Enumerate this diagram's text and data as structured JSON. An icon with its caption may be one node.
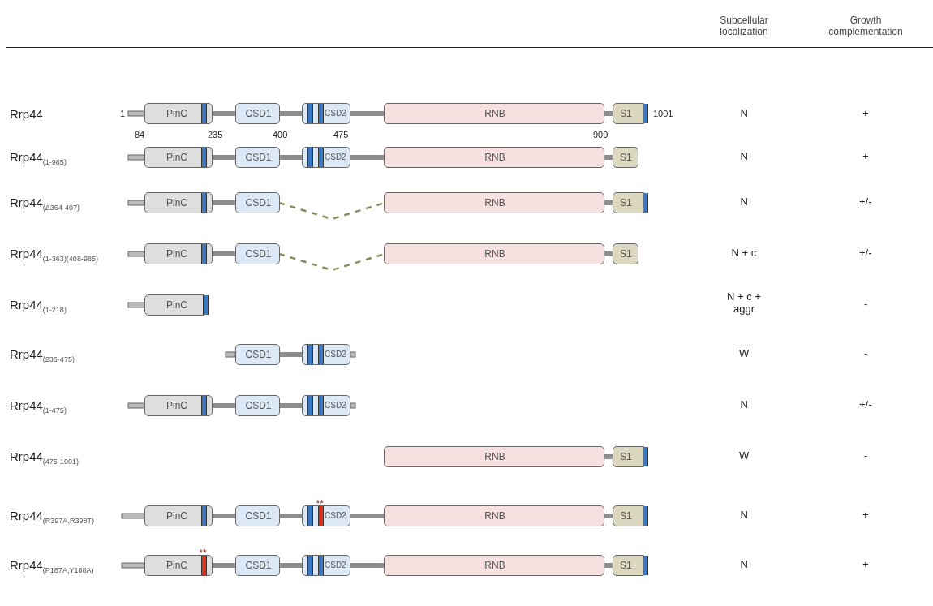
{
  "diagram": {
    "nodes": [
      {
        "text": [
          "PinC"
        ]
      },
      {
        "text": [
          "CSD1"
        ]
      },
      {
        "text": [
          "CSD2"
        ]
      },
      {
        "text": [
          "RNB"
        ]
      },
      {
        "text": [
          "S1"
        ]
      },
      {
        "text": [
          "PinC"
        ]
      },
      {
        "text": [
          "CSD1"
        ]
      },
      {
        "text": [
          "CSD2"
        ]
      },
      {
        "text": [
          "RNB"
        ]
      },
      {
        "text": [
          "S1"
        ]
      },
      {
        "text": [
          "PinC"
        ]
      },
      {
        "text": [
          "CSD1"
        ]
      },
      {
        "text": [
          "RNB"
        ]
      },
      {
        "text": [
          "S1"
        ]
      },
      {
        "text": [
          "PinC"
        ]
      },
      {
        "text": [
          "CSD1"
        ]
      },
      {
        "text": [
          "RNB"
        ]
      },
      {
        "text": [
          "S1"
        ]
      },
      {
        "text": [
          "PinC"
        ]
      },
      {
        "text": [
          "CSD1"
        ]
      },
      {
        "text": [
          "CSD2"
        ]
      },
      {
        "text": [
          "PinC"
        ]
      },
      {
        "text": [
          "CSD1"
        ]
      },
      {
        "text": [
          "CSD2"
        ]
      },
      {
        "text": [
          "RNB"
        ]
      },
      {
        "text": [
          "S1"
        ]
      },
      {
        "text": [
          "PinC"
        ]
      },
      {
        "text": [
          "CSD1"
        ]
      },
      {
        "text": [
          "CSD2"
        ]
      },
      {
        "text": [
          "RNB"
        ]
      },
      {
        "text": [
          "S1"
        ]
      },
      {
        "text": [
          "PinC"
        ]
      },
      {
        "text": [
          "CSD1"
        ]
      },
      {
        "text": [
          "CSD2"
        ]
      },
      {
        "text": [
          "RNB"
        ]
      },
      {
        "text": [
          "S1"
        ]
      }
    ],
    "edges": [
      {
        "from": 0,
        "to": 1,
        "arrow": "none"
      },
      {
        "from": 1,
        "to": 2,
        "arrow": "none"
      },
      {
        "from": 2,
        "to": 3,
        "arrow": "none"
      },
      {
        "from": 3,
        "to": 4,
        "arrow": "none"
      },
      {
        "from": 5,
        "to": 6,
        "arrow": "none"
      },
      {
        "from": 6,
        "to": 7,
        "arrow": "none"
      },
      {
        "from": 7,
        "to": 8,
        "arrow": "none"
      },
      {
        "from": 8,
        "to": 9,
        "arrow": "none"
      },
      {
        "from": 10,
        "to": 11,
        "arrow": "none"
      },
      {
        "from": 11,
        "to": 12,
        "arrow": "none",
        "style": "dashed",
        "color": "#8c8a5e"
      },
      {
        "from": 12,
        "to": 13,
        "arrow": "none"
      },
      {
        "from": 14,
        "to": 15,
        "arrow": "none"
      },
      {
        "from": 15,
        "to": 16,
        "arrow": "none",
        "style": "dashed",
        "color": "#8c8a5e"
      },
      {
        "from": 16,
        "to": 17,
        "arrow": "none"
      },
      {
        "from": 19,
        "to": 20,
        "arrow": "none"
      },
      {
        "from": 21,
        "to": 22,
        "arrow": "none"
      },
      {
        "from": 22,
        "to": 23,
        "arrow": "none"
      },
      {
        "from": 24,
        "to": 25,
        "arrow": "none"
      },
      {
        "from": 26,
        "to": 27,
        "arrow": "none"
      },
      {
        "from": 27,
        "to": 28,
        "arrow": "none"
      },
      {
        "from": 28,
        "to": 29,
        "arrow": "none"
      },
      {
        "from": 29,
        "to": 30,
        "arrow": "none"
      },
      {
        "from": 31,
        "to": 32,
        "arrow": "none"
      },
      {
        "from": 32,
        "to": 33,
        "arrow": "none"
      },
      {
        "from": 33,
        "to": 34,
        "arrow": "none"
      },
      {
        "from": 34,
        "to": 35,
        "arrow": "none"
      }
    ],
    "labels": [
      "Subcellular localization",
      "Growth complementation",
      "Rrp44",
      "1",
      "1001",
      "N",
      "+",
      "84",
      "235",
      "400",
      "475",
      "909",
      "Rrp44$_{(1-985)}$",
      "N",
      "+",
      "Rrp44$_{(Δ364-407)}$",
      "N",
      "+/-",
      "Rrp44$_{(1-363)(408-985)}$",
      "N + c",
      "+/-",
      "Rrp44$_{(1-218)}$",
      "N + c + aggr",
      "-",
      "Rrp44$_{(236-475)}$",
      "W",
      "-",
      "Rrp44$_{(1-475)}$",
      "N",
      "+/-",
      "Rrp44$_{(475-1001)}$",
      "W",
      "-",
      "**",
      "Rrp44$_{(R397A,R398T)}$",
      "N",
      "+",
      "**",
      "Rrp44$_{(P187A,Y188A)}$",
      "N",
      "+"
    ]
  }
}
